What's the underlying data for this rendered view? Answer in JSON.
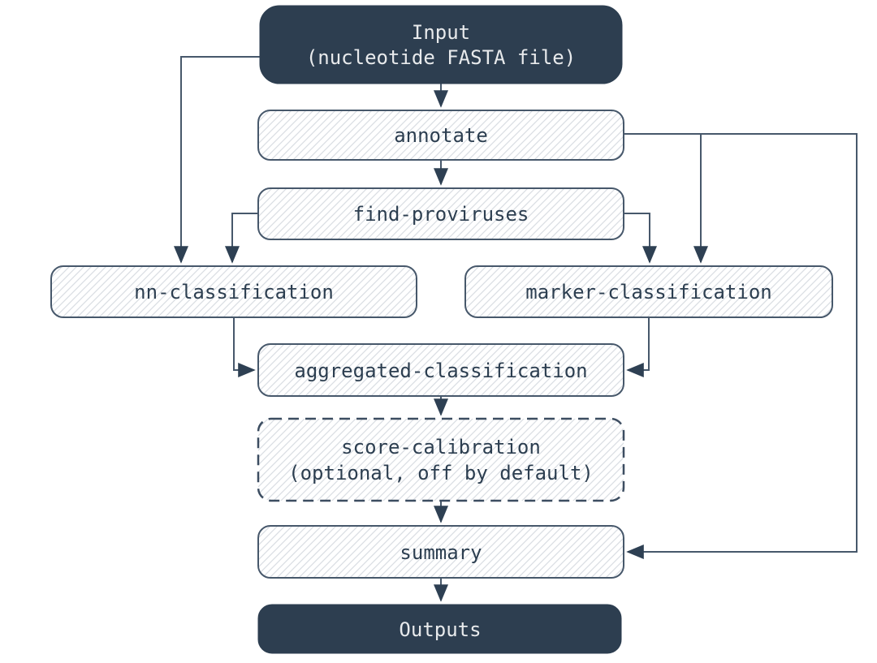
{
  "nodes": {
    "input": {
      "line1": "Input",
      "line2": "(nucleotide FASTA file)"
    },
    "annotate": {
      "label": "annotate"
    },
    "find_proviruses": {
      "label": "find-proviruses"
    },
    "nn_classification": {
      "label": "nn-classification"
    },
    "marker_classification": {
      "label": "marker-classification"
    },
    "aggregated_classification": {
      "label": "aggregated-classification"
    },
    "score_calibration": {
      "line1": "score-calibration",
      "line2": "(optional, off by default)"
    },
    "summary": {
      "label": "summary"
    },
    "outputs": {
      "label": "Outputs"
    }
  },
  "edges": [
    {
      "from": "input",
      "to": "annotate"
    },
    {
      "from": "annotate",
      "to": "find-proviruses"
    },
    {
      "from": "input",
      "to": "nn-classification"
    },
    {
      "from": "find-proviruses",
      "to": "nn-classification"
    },
    {
      "from": "find-proviruses",
      "to": "marker-classification"
    },
    {
      "from": "annotate",
      "to": "marker-classification"
    },
    {
      "from": "nn-classification",
      "to": "aggregated-classification"
    },
    {
      "from": "marker-classification",
      "to": "aggregated-classification"
    },
    {
      "from": "aggregated-classification",
      "to": "score-calibration"
    },
    {
      "from": "score-calibration",
      "to": "summary"
    },
    {
      "from": "annotate",
      "to": "summary"
    },
    {
      "from": "summary",
      "to": "outputs"
    }
  ],
  "colors": {
    "background": "#ffffff",
    "dark_node_fill": "#2d3e50",
    "dark_node_text": "#e8eaec",
    "light_node_fill": "#ffffff",
    "light_node_text": "#2c3e50",
    "node_border": "#47586b",
    "hatch_line": "#d9dde3",
    "edge_line": "#47586b",
    "arrowhead": "#2e4053"
  }
}
